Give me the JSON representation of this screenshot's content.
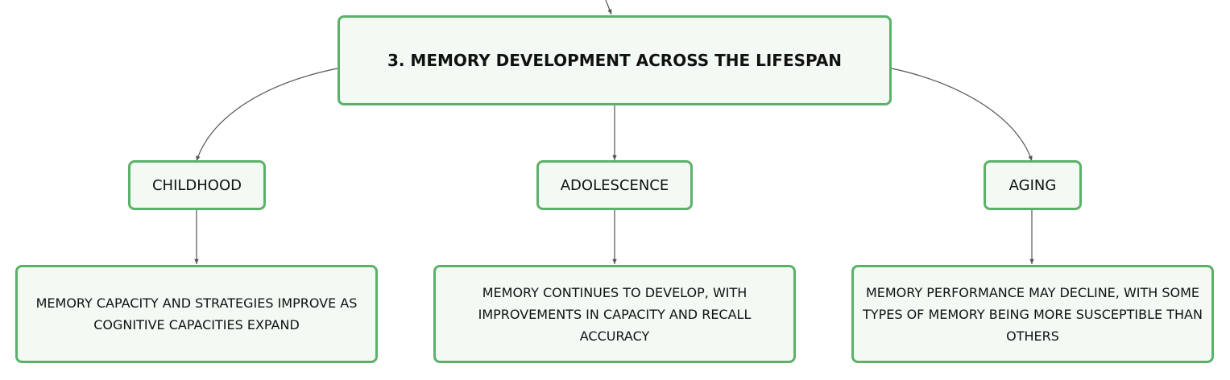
{
  "root": {
    "title": "3. MEMORY DEVELOPMENT ACROSS THE LIFESPAN"
  },
  "branches": [
    {
      "label": "CHILDHOOD",
      "detail": "MEMORY CAPACITY AND STRATEGIES IMPROVE AS COGNITIVE CAPACITIES EXPAND"
    },
    {
      "label": "ADOLESCENCE",
      "detail": "MEMORY CONTINUES TO DEVELOP, WITH IMPROVEMENTS IN CAPACITY AND RECALL ACCURACY"
    },
    {
      "label": "AGING",
      "detail": "MEMORY PERFORMANCE MAY DECLINE, WITH SOME TYPES OF MEMORY BEING MORE SUSCEPTIBLE THAN OTHERS"
    }
  ],
  "colors": {
    "node_border": "#5cb16a",
    "node_fill": "#f2faf3",
    "connector": "#555555"
  }
}
